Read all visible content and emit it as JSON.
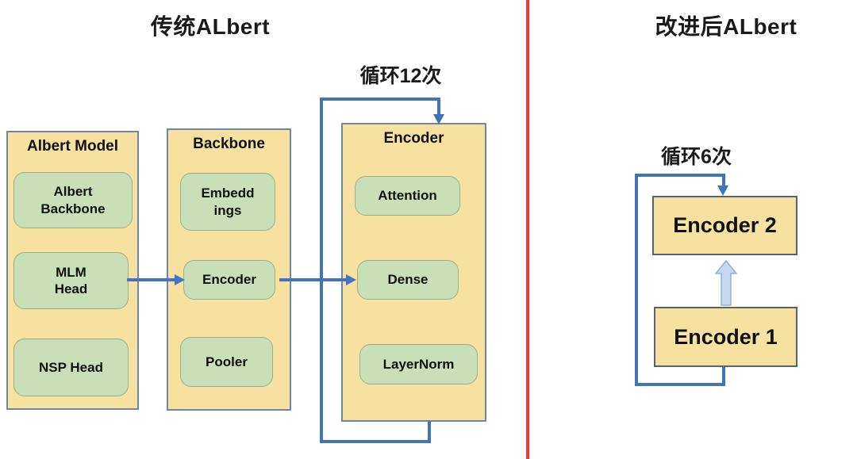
{
  "diagram": {
    "left": {
      "title": "传统ALbert",
      "loop_label": "循环12次",
      "albert_model": {
        "title": "Albert Model",
        "items": [
          "Albert Backbone",
          "MLM Head",
          "NSP Head"
        ]
      },
      "backbone": {
        "title": "Backbone",
        "items": [
          "Embedd ings",
          "Encoder",
          "Pooler"
        ]
      },
      "encoder": {
        "title": "Encoder",
        "items": [
          "Attention",
          "Dense",
          "LayerNorm"
        ]
      }
    },
    "right": {
      "title": "改进后ALbert",
      "loop_label": "循环6次",
      "encoder2": "Encoder 2",
      "encoder1": "Encoder 1"
    },
    "colors": {
      "container_fill": "#F7E1A0",
      "container_border_left": "#6C87A8",
      "container_border_right": "#59636E",
      "inner_node_fill": "#C9DFB8",
      "flow_arrow": "#4472C4",
      "loop_line": "#3E74B8",
      "divider_red": "#EE3B2C",
      "block_arrow_fill": "#C5D9F0",
      "block_arrow_stroke": "#8FB0DC"
    }
  }
}
